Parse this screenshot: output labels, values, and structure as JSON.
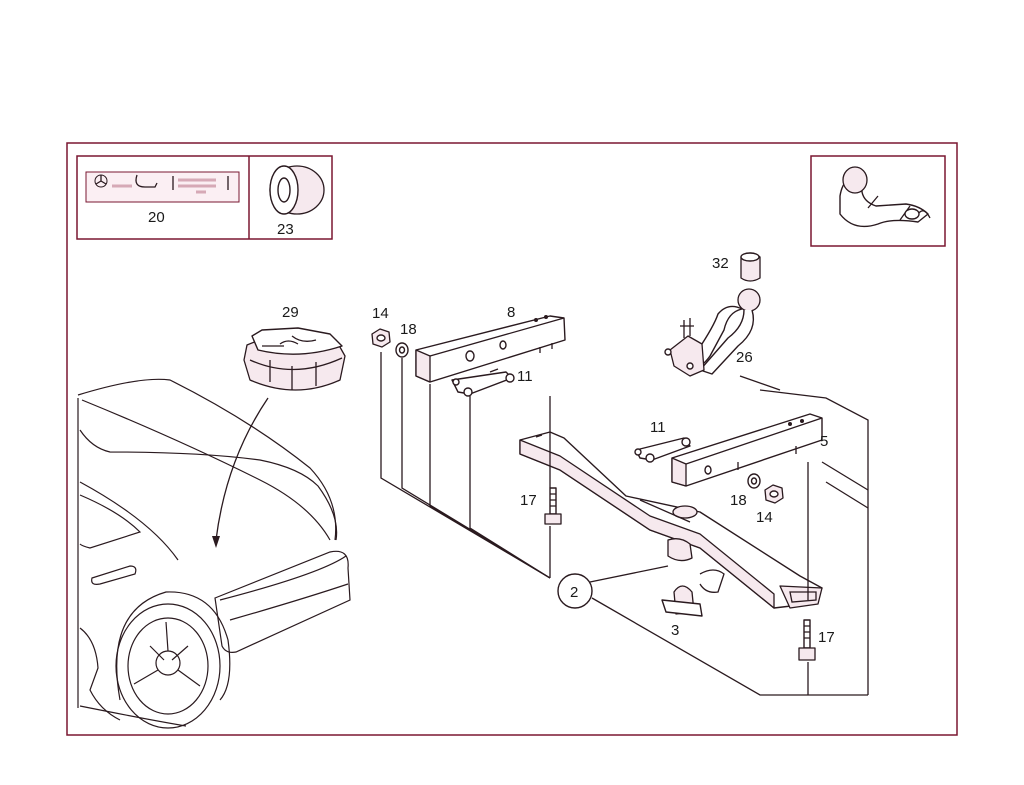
{
  "diagram": {
    "frame_color": "#7a1730",
    "line_color": "#2a1a1f",
    "labels": {
      "p20": "20",
      "p23": "23",
      "p29": "29",
      "p14a": "14",
      "p18a": "18",
      "p8": "8",
      "p11a": "11",
      "p32": "32",
      "p26": "26",
      "p11b": "11",
      "p5": "5",
      "p17a": "17",
      "p18b": "18",
      "p14b": "14",
      "p2": "2",
      "p3": "3",
      "p17b": "17"
    }
  }
}
